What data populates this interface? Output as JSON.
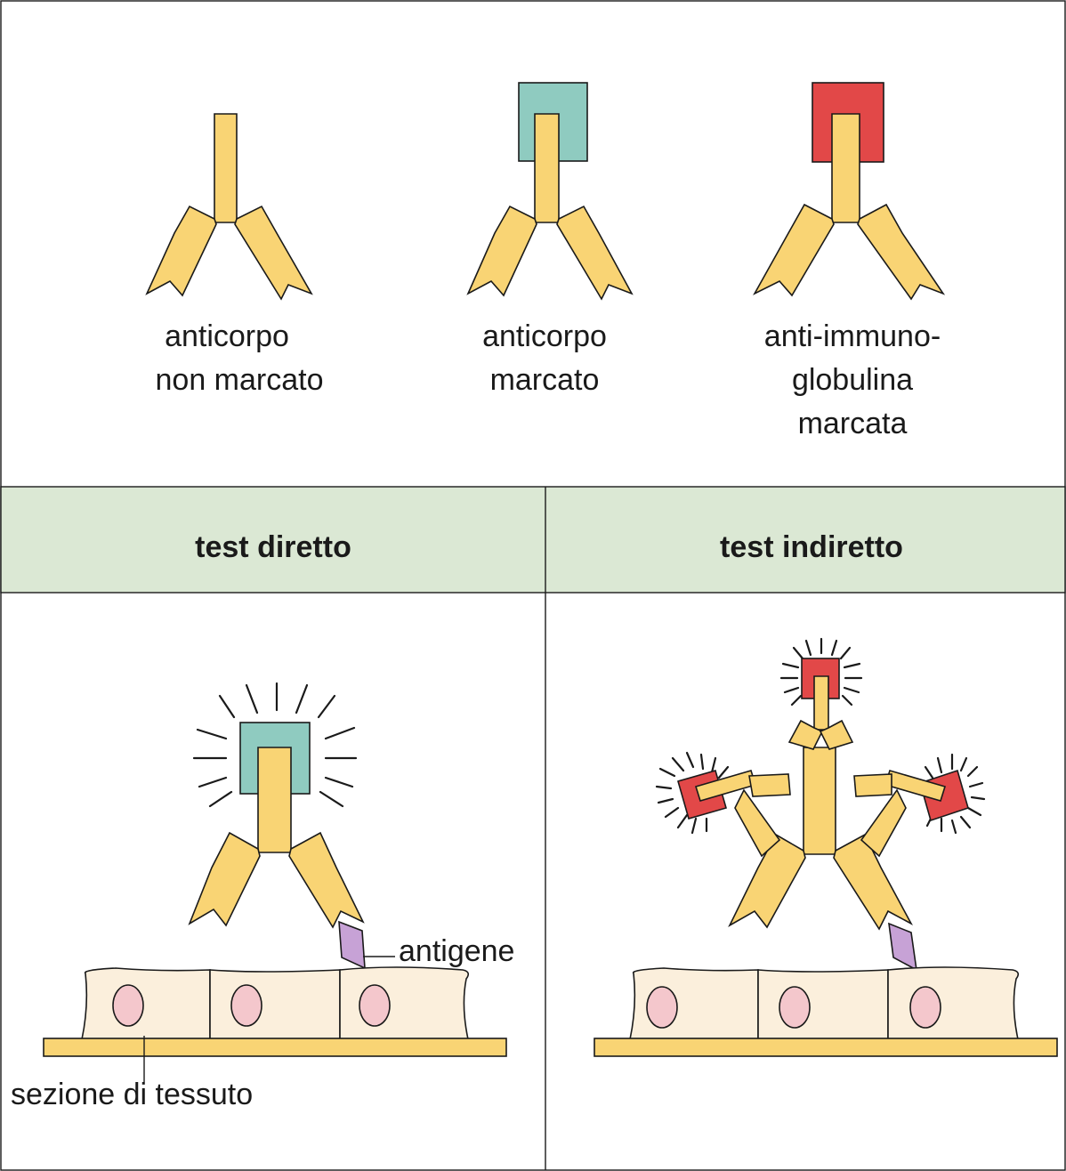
{
  "top": {
    "unlabeled_antibody": [
      "anticorpo",
      "non marcato"
    ],
    "labeled_antibody": [
      "anticorpo",
      "marcato"
    ],
    "anti_immunoglobulin": [
      "anti-immuno-",
      "globulina",
      "marcata"
    ]
  },
  "headers": {
    "direct": "test diretto",
    "indirect": "test indiretto"
  },
  "labels": {
    "antigen": "antigene",
    "tissue": "sezione di tessuto"
  },
  "colors": {
    "antibody": "#f9d474",
    "teal_label": "#8fcbc0",
    "red_label": "#e24848",
    "header_band": "#dbe8d4",
    "cell": "#fbefdc",
    "nucleus": "#f4c7cc",
    "antigen": "#c7a2d6"
  }
}
